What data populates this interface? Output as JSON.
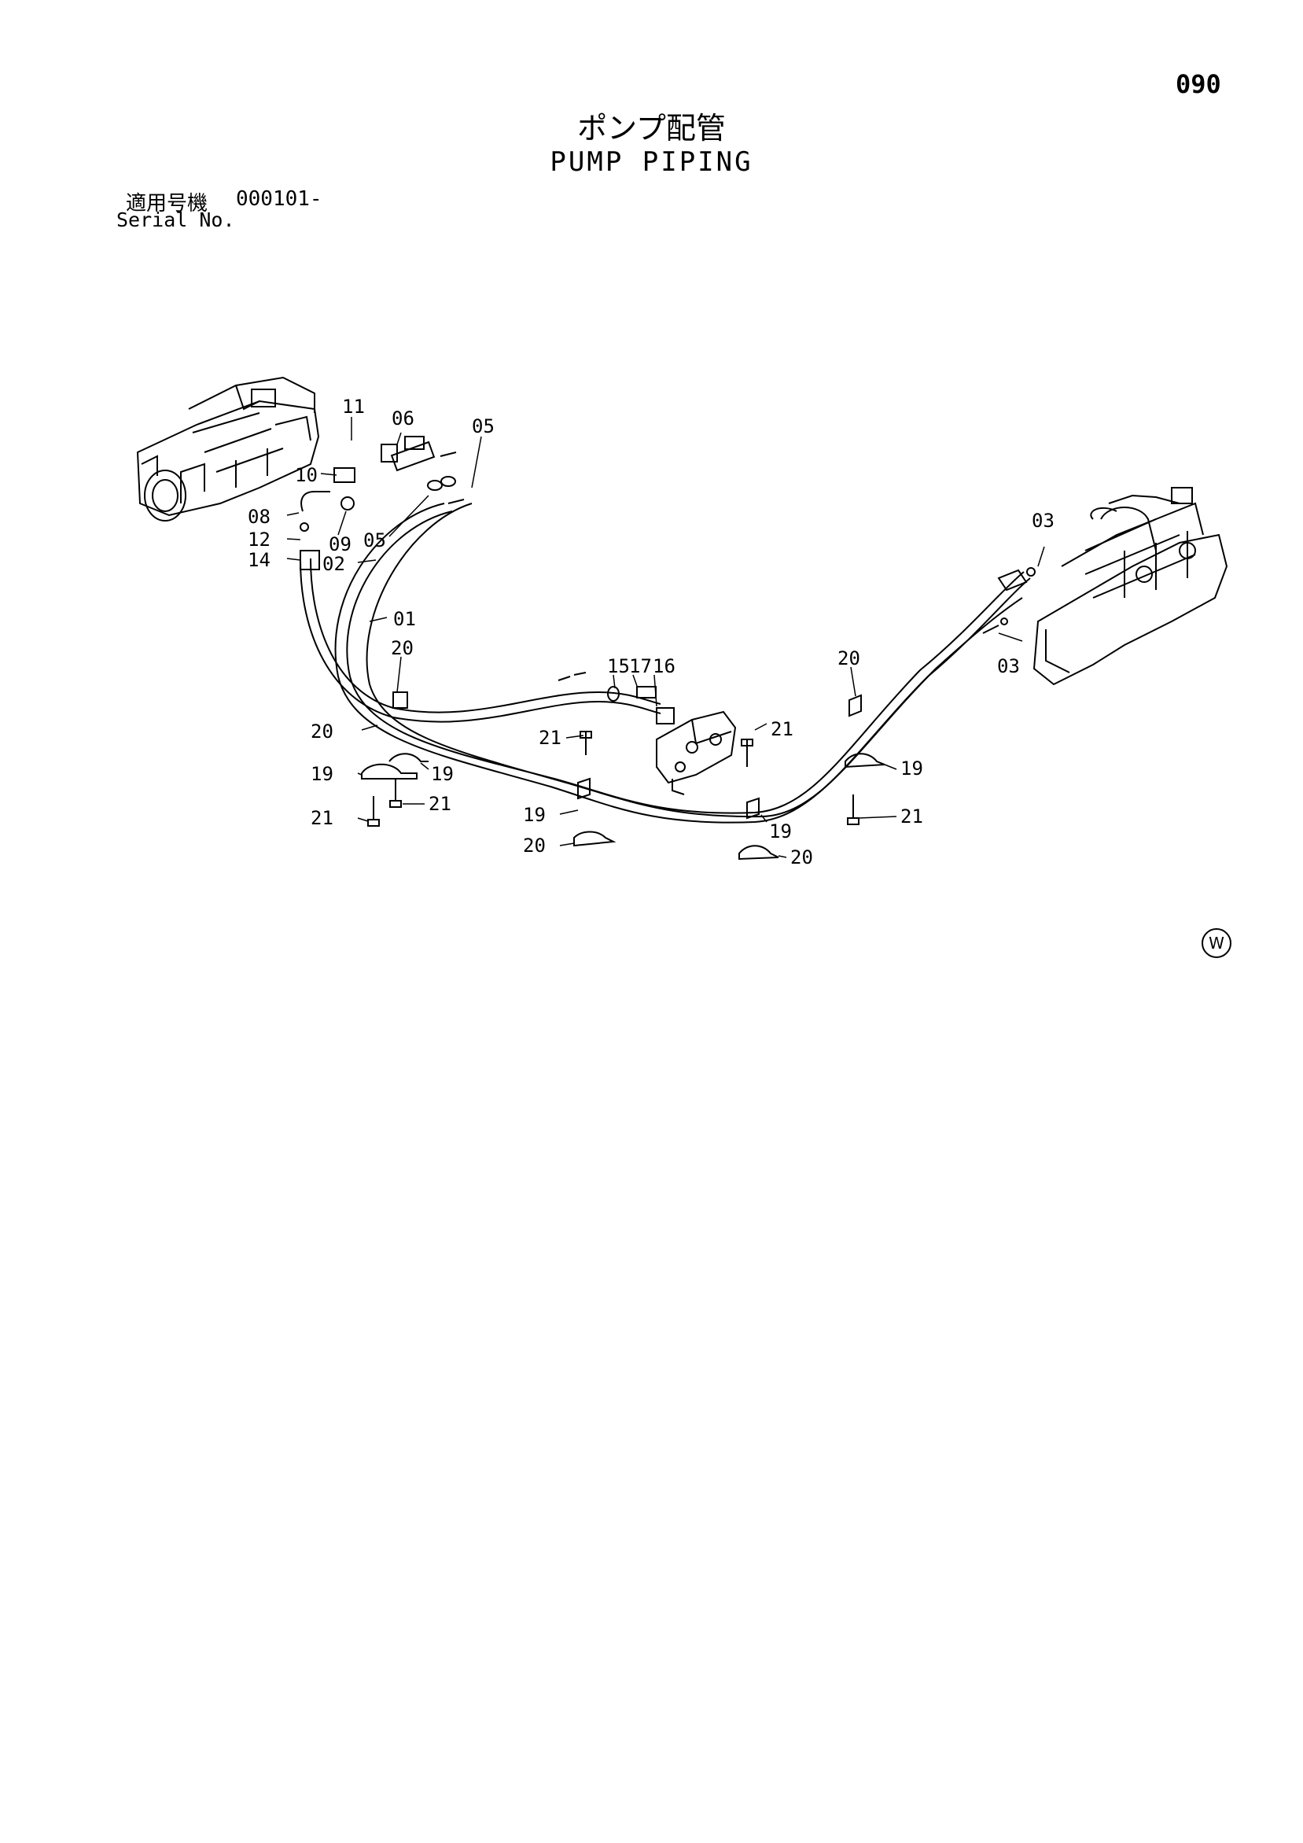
{
  "header": {
    "page_number": "090",
    "title_jp": "ポンプ配管",
    "title_en": "PUMP PIPING",
    "serial_label_jp": "適用号機",
    "serial_value": "000101-",
    "serial_label_en": "Serial No."
  },
  "footer_mark": "W",
  "diagram": {
    "callouts": [
      {
        "id": "c11a",
        "text": "11"
      },
      {
        "id": "c06",
        "text": "06"
      },
      {
        "id": "c05a",
        "text": "05"
      },
      {
        "id": "c10",
        "text": "10"
      },
      {
        "id": "c08",
        "text": "08"
      },
      {
        "id": "c09",
        "text": "09"
      },
      {
        "id": "c05b",
        "text": "05"
      },
      {
        "id": "c12",
        "text": "12"
      },
      {
        "id": "c14",
        "text": "14"
      },
      {
        "id": "c02",
        "text": "02"
      },
      {
        "id": "c01",
        "text": "01"
      },
      {
        "id": "c20a",
        "text": "20"
      },
      {
        "id": "c20b",
        "text": "20"
      },
      {
        "id": "c19a",
        "text": "19"
      },
      {
        "id": "c19b",
        "text": "19"
      },
      {
        "id": "c21a",
        "text": "21"
      },
      {
        "id": "c21b",
        "text": "21"
      },
      {
        "id": "c15",
        "text": "15"
      },
      {
        "id": "c17",
        "text": "17"
      },
      {
        "id": "c16",
        "text": "16"
      },
      {
        "id": "c21c",
        "text": "21"
      },
      {
        "id": "c21d",
        "text": "21"
      },
      {
        "id": "c19c",
        "text": "19"
      },
      {
        "id": "c20c",
        "text": "20"
      },
      {
        "id": "c19d",
        "text": "19"
      },
      {
        "id": "c20d",
        "text": "20"
      },
      {
        "id": "c20e",
        "text": "20"
      },
      {
        "id": "c19e",
        "text": "19"
      },
      {
        "id": "c21e",
        "text": "21"
      },
      {
        "id": "c03a",
        "text": "03"
      },
      {
        "id": "c03b",
        "text": "03"
      }
    ]
  }
}
